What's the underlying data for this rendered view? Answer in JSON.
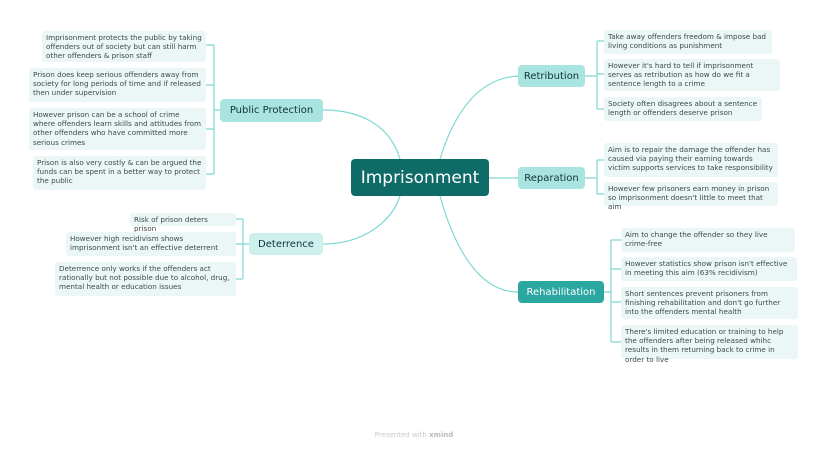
{
  "central": "Imprisonment",
  "branches": {
    "public_protection": {
      "label": "Public Protection",
      "notes": [
        "Imprisonment protects the public by taking offenders out of society but can still harm other offenders & prison staff",
        "Prison does keep serious offenders away from society for long periods of time and if released then under supervision",
        "However prison can be a school of crime where offenders learn skills and attitudes from other offenders who have committed more serious crimes",
        "Prison is also very costly & can be argued the funds can be spent in a better way to protect the public"
      ]
    },
    "deterrence": {
      "label": "Deterrence",
      "notes": [
        "Risk of prison deters prison",
        "However high recidivism shows imprisonment isn't an effective deterrent",
        "Deterrence only works if the offenders act rationally but not possible due to alcohol, drug, mental health or education issues"
      ]
    },
    "retribution": {
      "label": "Retribution",
      "notes": [
        "Take away offenders freedom & impose bad living conditions as punishment",
        "However it's hard to tell if imprisonment serves as retribution as how do we fit a sentence length to a crime",
        "Society often disagrees about a sentence length or offenders deserve prison"
      ]
    },
    "reparation": {
      "label": "Reparation",
      "notes": [
        "Aim is to repair the damage the offender has caused via paying their earning towards victim supports services to take responsibility",
        "However few prisoners earn money in prison so imprisonment doesn't little to meet that aim"
      ]
    },
    "rehabilitation": {
      "label": "Rehabilitation",
      "notes": [
        "Aim to change the offender so they live crime-free",
        "However statistics show prison isn't effective in meeting this aim (63% recidivism)",
        "Short sentences prevent prisoners from finishing rehabilitation and don't go further into the offenders mental health",
        "There's limited education or training to help the offenders after being released whihc results in them returning back to crime in order to live"
      ]
    }
  },
  "footer": {
    "prefix": "Presented with",
    "brand": "xmind"
  },
  "colors": {
    "central": "#0f6b67",
    "connector": "#7fd8d3",
    "note_bg": "#eaf7f6"
  }
}
